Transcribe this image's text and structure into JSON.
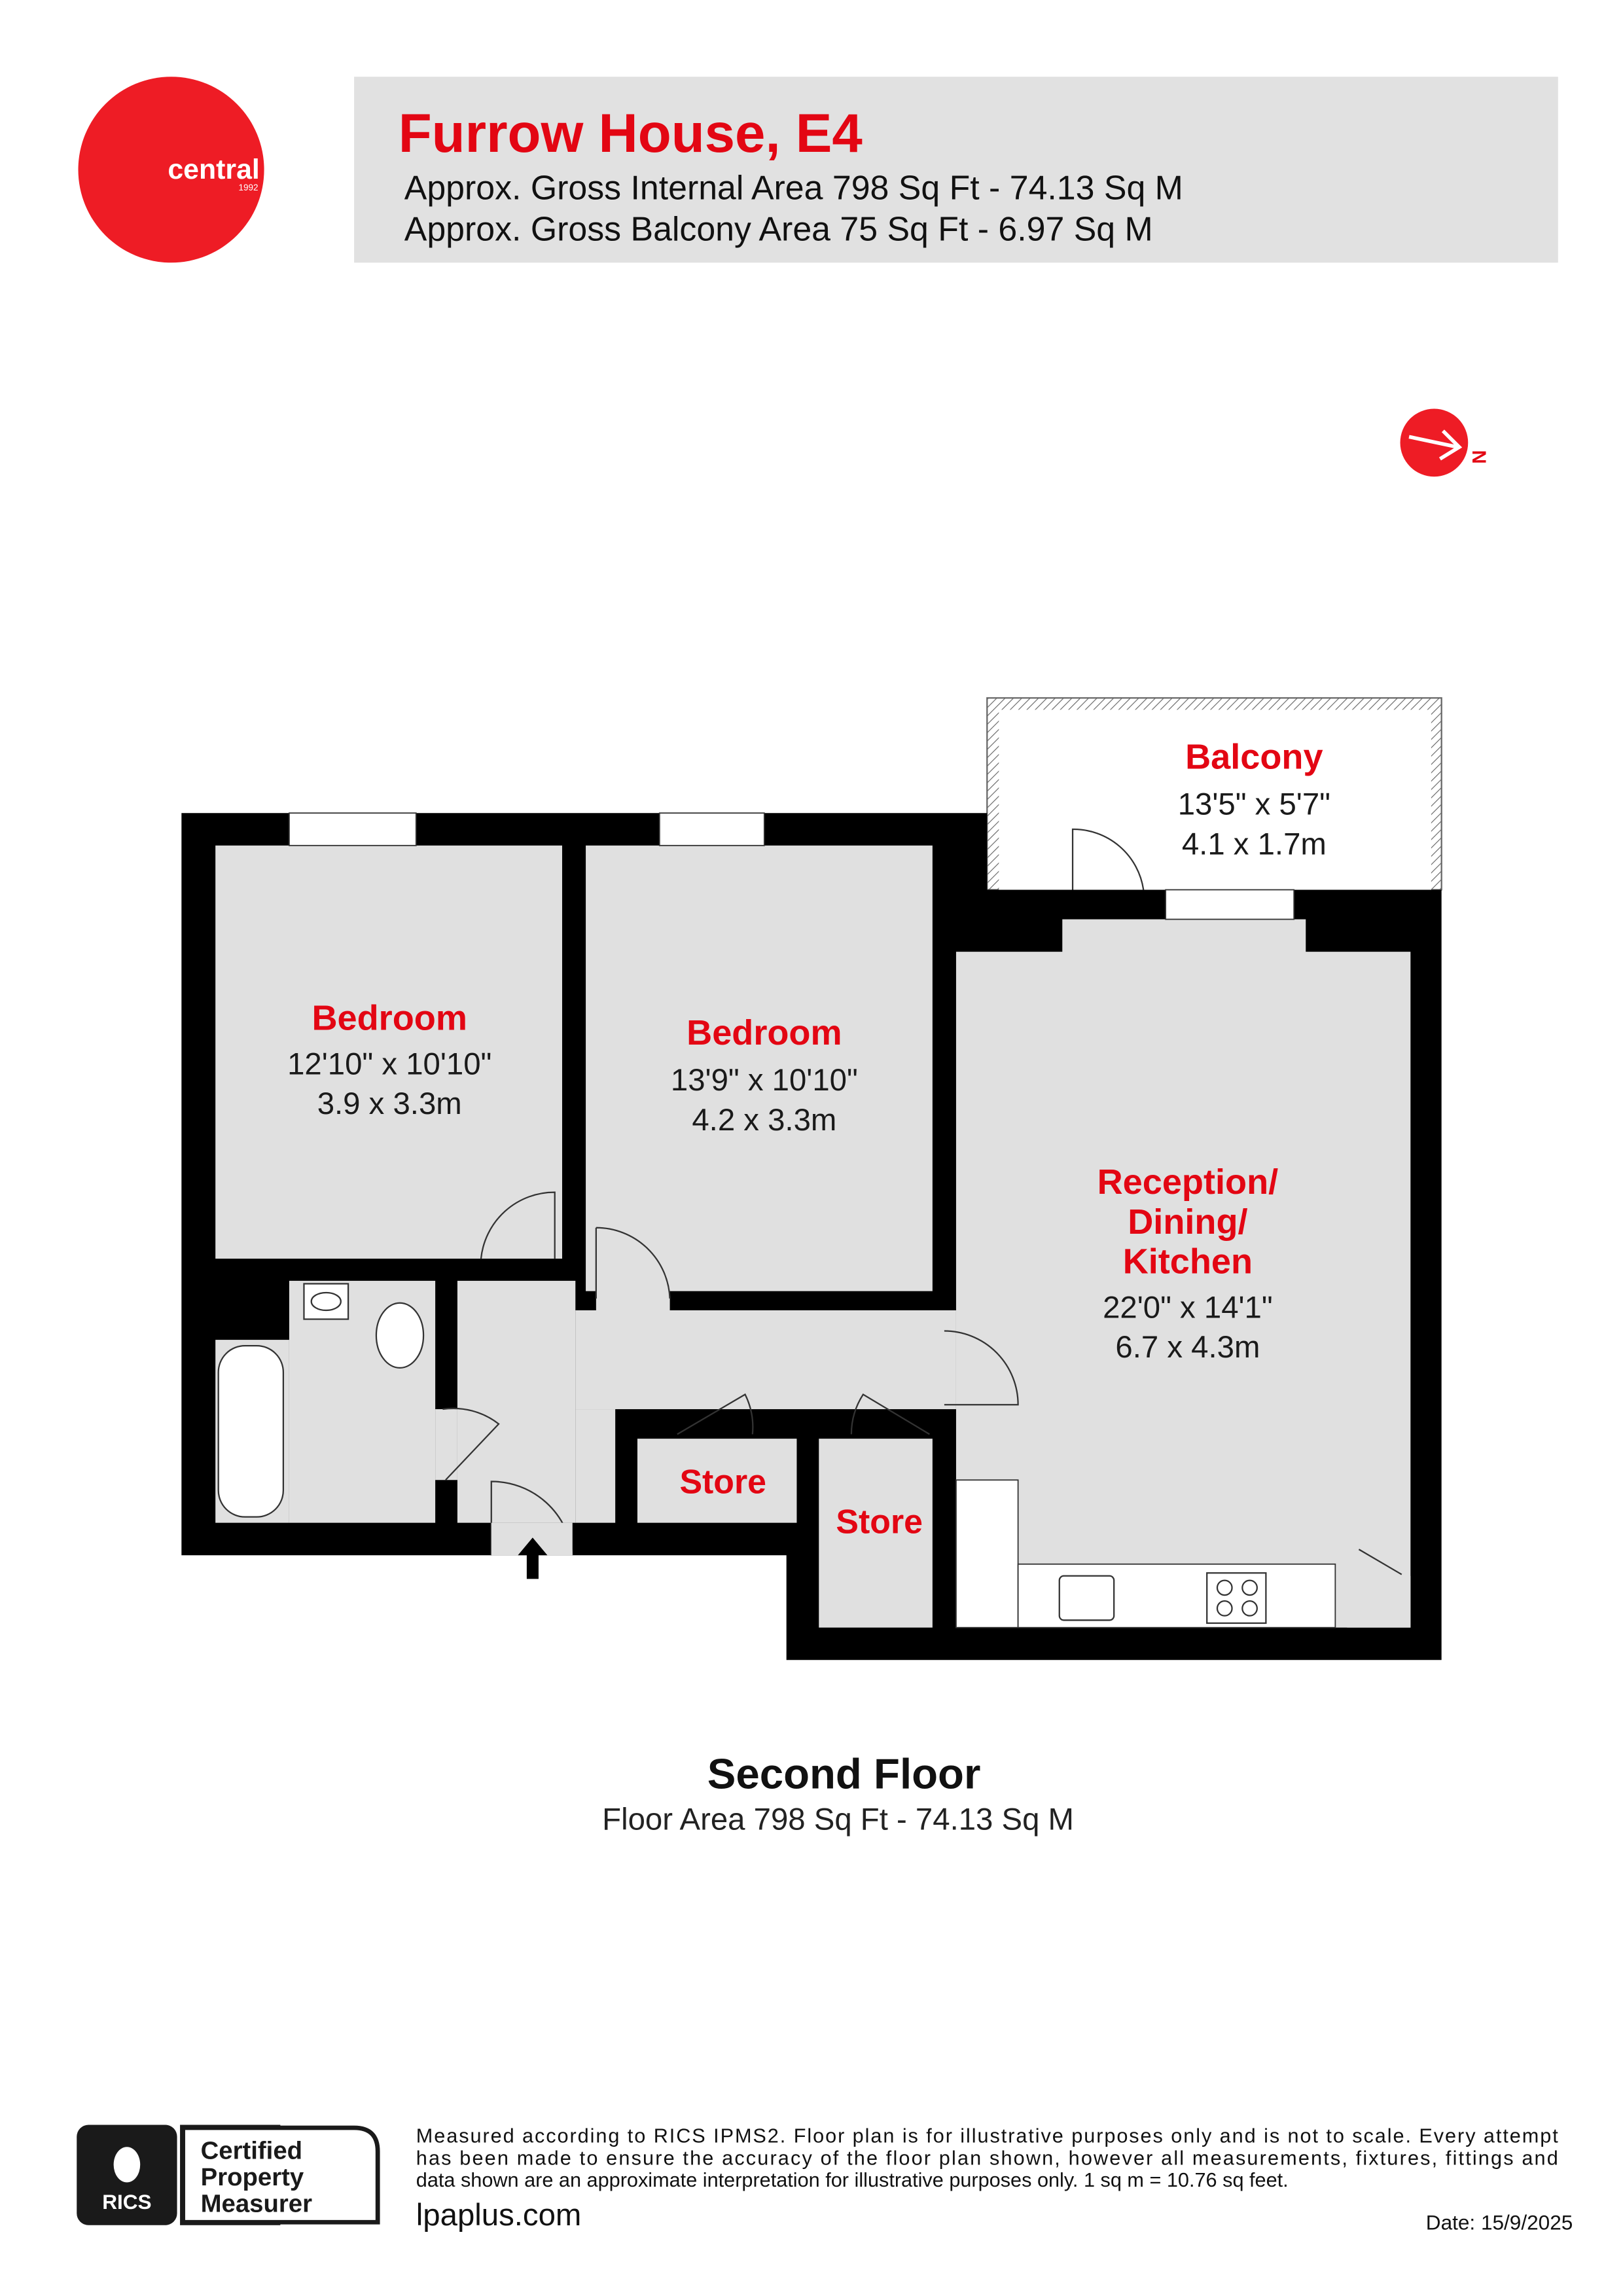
{
  "brand": {
    "name": "central",
    "year": "1992",
    "color": "#ee1c25"
  },
  "header": {
    "title": "Furrow House, E4",
    "line1": "Approx. Gross Internal Area 798 Sq Ft - 74.13 Sq M",
    "line2": "Approx. Gross Balcony Area 75 Sq Ft - 6.97 Sq M"
  },
  "compass": {
    "icon": "north-arrow-icon",
    "label": "N"
  },
  "rooms": [
    {
      "name": "Bedroom",
      "imperial": "12'10\" x 10'10\"",
      "metric": "3.9 x 3.3m"
    },
    {
      "name": "Bedroom",
      "imperial": "13'9\" x 10'10\"",
      "metric": "4.2 x 3.3m"
    },
    {
      "name_lines": [
        "Reception/",
        "Dining/",
        "Kitchen"
      ],
      "imperial": "22'0\" x 14'1\"",
      "metric": "6.7 x 4.3m"
    },
    {
      "name": "Balcony",
      "imperial": "13'5\" x 5'7\"",
      "metric": "4.1 x 1.7m"
    },
    {
      "name": "Store"
    },
    {
      "name": "Store"
    }
  ],
  "floor": {
    "title": "Second Floor",
    "area": "Floor Area 798 Sq Ft - 74.13 Sq M"
  },
  "footer": {
    "badge_rics": "RICS",
    "badge_lines": [
      "Certified",
      "Property",
      "Measurer"
    ],
    "disclaimer": [
      "Measured according to RICS IPMS2. Floor plan is for illustrative purposes only and is not to scale. Every attempt",
      "has been made to ensure the accuracy of the floor plan shown, however all measurements, fixtures, fittings and",
      "data shown are an approximate interpretation for illustrative purposes only. 1 sq m = 10.76 sq feet."
    ],
    "website": "lpaplus.com",
    "date": "Date: 15/9/2025"
  },
  "colors": {
    "accent": "#e30613",
    "header_bg": "#e1e1e1",
    "room_fill": "#e0e0e0",
    "wall": "#000000"
  }
}
